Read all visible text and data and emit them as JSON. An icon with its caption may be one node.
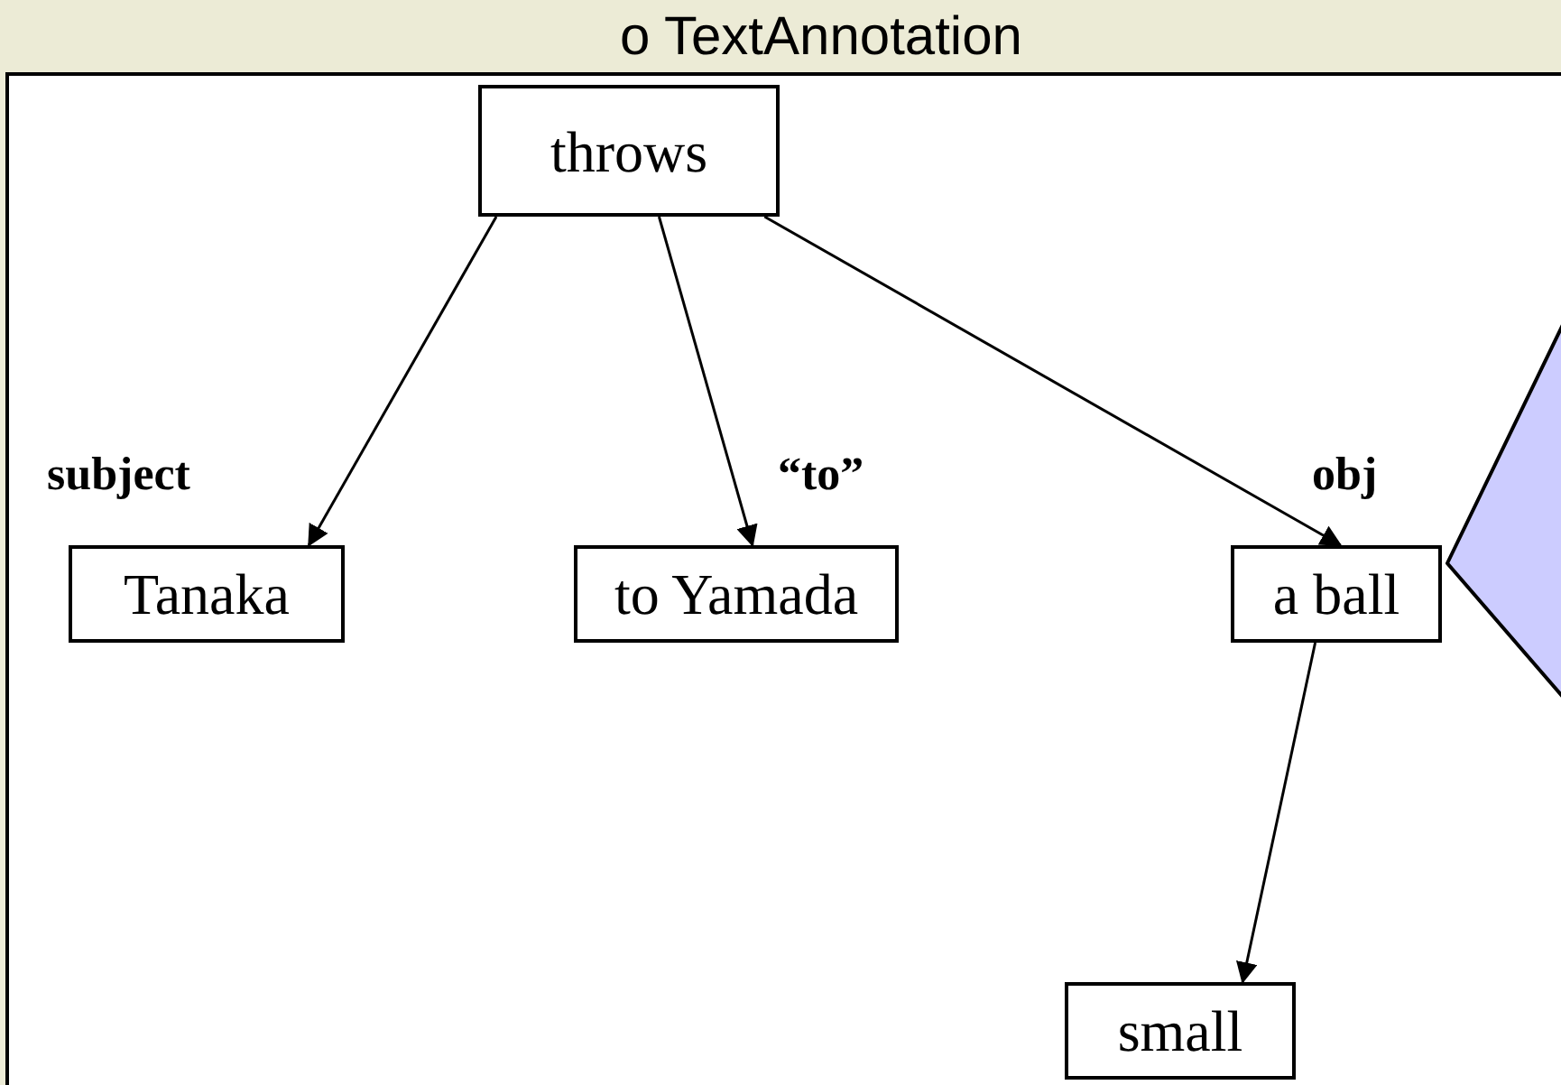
{
  "diagram": {
    "nodes": [
      {
        "text": [
          "o TextAnnotation"
        ]
      },
      {
        "text": [
          "throws"
        ],
        "in": 0
      },
      {
        "text": [
          "Tanaka"
        ],
        "in": 0
      },
      {
        "text": [
          "to Yamada"
        ],
        "in": 0
      },
      {
        "text": [
          "a ball"
        ],
        "in": 0
      },
      {
        "text": [
          "small"
        ],
        "in": 0
      },
      {
        "text": [],
        "shape": "callout",
        "in": 0
      }
    ],
    "edges": [
      {
        "from": 1,
        "to": 2,
        "arrow": "to",
        "label": "subject"
      },
      {
        "from": 1,
        "to": 3,
        "arrow": "to",
        "label": "“to”"
      },
      {
        "from": 1,
        "to": 4,
        "arrow": "to",
        "label": "obj"
      },
      {
        "from": 4,
        "to": 5,
        "arrow": "to"
      }
    ]
  }
}
